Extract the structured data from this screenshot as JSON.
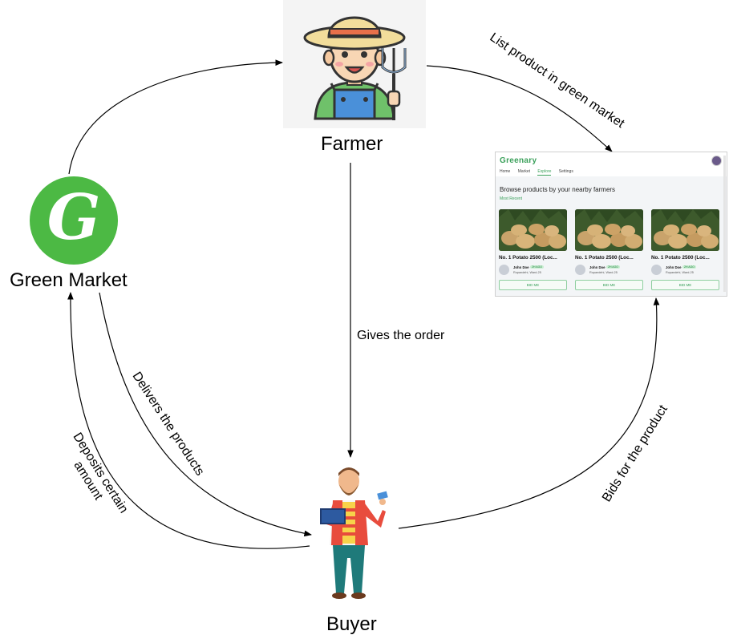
{
  "nodes": {
    "farmer": {
      "label": "Farmer",
      "icon": "farmer-icon"
    },
    "green_market": {
      "label": "Green Market",
      "logo_letter": "G",
      "logo_color": "#4cb944",
      "icon": "green-market-logo"
    },
    "buyer": {
      "label": "Buyer",
      "icon": "buyer-icon"
    }
  },
  "edges": {
    "list_product": "List product in green market",
    "gives_order": "Gives the order",
    "delivers": "Delivers the products",
    "deposits": "Deposits certain amount",
    "bids": "Bids for the product"
  },
  "app": {
    "brand": "Greenary",
    "nav": [
      "Home",
      "Market",
      "Explore",
      "Settings"
    ],
    "active_nav": "Explore",
    "heading": "Browse products by your nearby farmers",
    "subheading": "Most Recent",
    "accent_color": "#3aa05a",
    "cards": [
      {
        "title": "No. 1 Potato 2500 (Loc...",
        "seller": "John Doe",
        "badge": "2H AGO",
        "location": "Rupandehi, Ward-25",
        "button": "BID ME"
      },
      {
        "title": "No. 1 Potato 2500 (Loc...",
        "seller": "John Doe",
        "badge": "2H AGO",
        "location": "Rupandehi, Ward-25",
        "button": "BID ME"
      },
      {
        "title": "No. 1 Potato 2500 (Loc...",
        "seller": "John Doe",
        "badge": "2H AGO",
        "location": "Rupandehi, Ward-25",
        "button": "BID ME"
      }
    ]
  }
}
